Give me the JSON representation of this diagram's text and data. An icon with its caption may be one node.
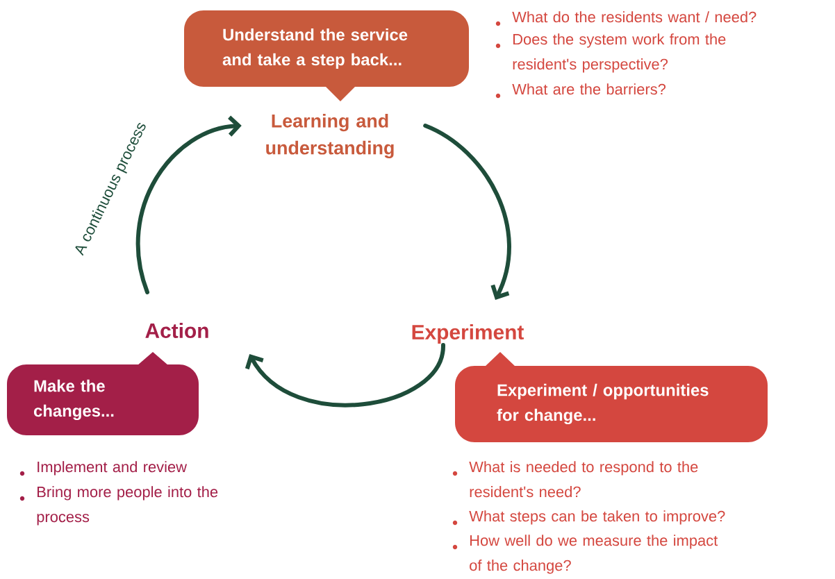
{
  "diagram": {
    "nodes": [
      {
        "text": [
          "Understand the service and take a step back..."
        ]
      },
      {
        "text": [
          "Learning and understanding"
        ]
      },
      {
        "text": [
          "Experiment"
        ]
      },
      {
        "text": [
          "Experiment / opportunities for change..."
        ]
      },
      {
        "text": [
          "Action"
        ]
      },
      {
        "text": [
          "Make the changes..."
        ]
      }
    ],
    "edges": [
      {
        "from": 1,
        "to": 2,
        "arrow": "to"
      },
      {
        "from": 2,
        "to": 4,
        "arrow": "to"
      },
      {
        "from": 4,
        "to": 1,
        "arrow": "to"
      }
    ],
    "labels": [
      "What do the residents want / need?",
      "Does the system work from the resident's perspective?",
      "What are the barriers?",
      "A continuous process",
      "Implement and review",
      "Bring more people into the process",
      "What is needed to respond to the resident's need?",
      "What steps can be taken to improve?",
      "How well do we measure the impact of the change?"
    ]
  }
}
